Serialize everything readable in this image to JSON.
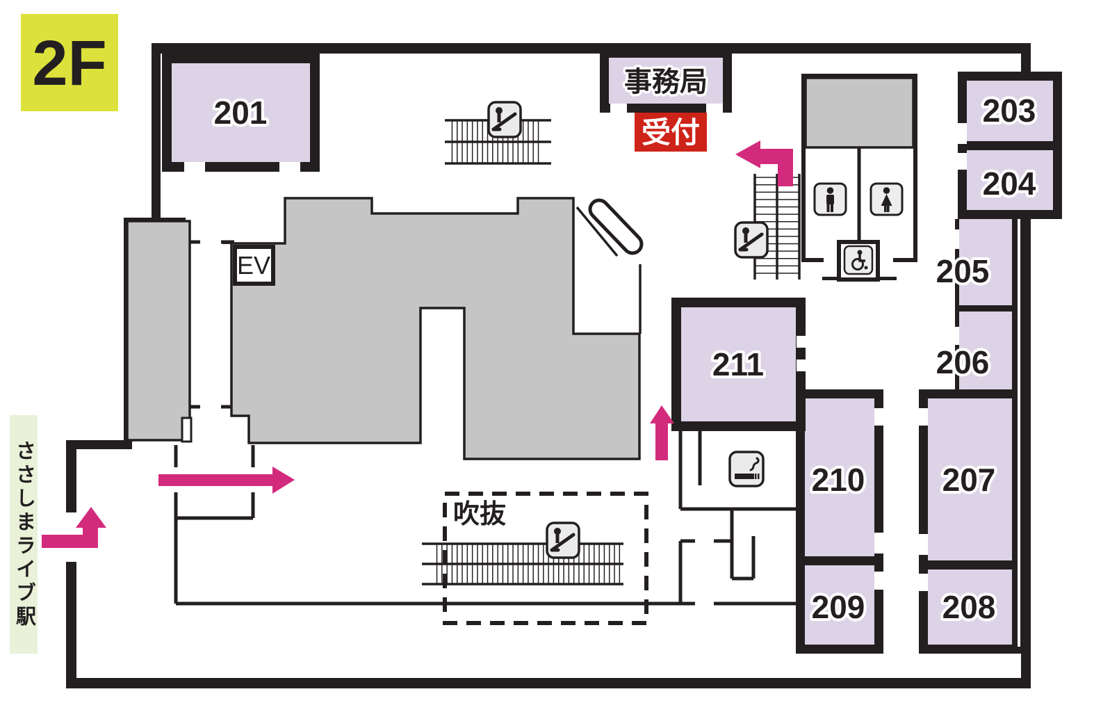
{
  "floor_badge": "2F",
  "station": {
    "label": "ささしまライブ駅"
  },
  "office": {
    "label": "事務局"
  },
  "reception": {
    "label": "受付"
  },
  "atrium": {
    "label": "吹抜"
  },
  "elevator": {
    "label": "EV"
  },
  "rooms": {
    "r201": "201",
    "r203": "203",
    "r204": "204",
    "r205": "205",
    "r206": "206",
    "r207": "207",
    "r208": "208",
    "r209": "209",
    "r210": "210",
    "r211": "211"
  },
  "icons": {
    "escalator": "escalator-icon",
    "mens_toilet": "mens-toilet-icon",
    "womens_toilet": "womens-toilet-icon",
    "accessible_toilet": "accessible-toilet-icon",
    "smoking": "smoking-area-icon"
  },
  "colors": {
    "wall": "#231F20",
    "room_fill": "#DDD3E6",
    "gray_area": "#C6C5C5",
    "accent_pink": "#D22B7D",
    "reception_red": "#CE2318",
    "floor_badge_bg": "#DCE23B",
    "station_bg": "#E9F1D9",
    "icon_bg": "#ECEBEB"
  }
}
